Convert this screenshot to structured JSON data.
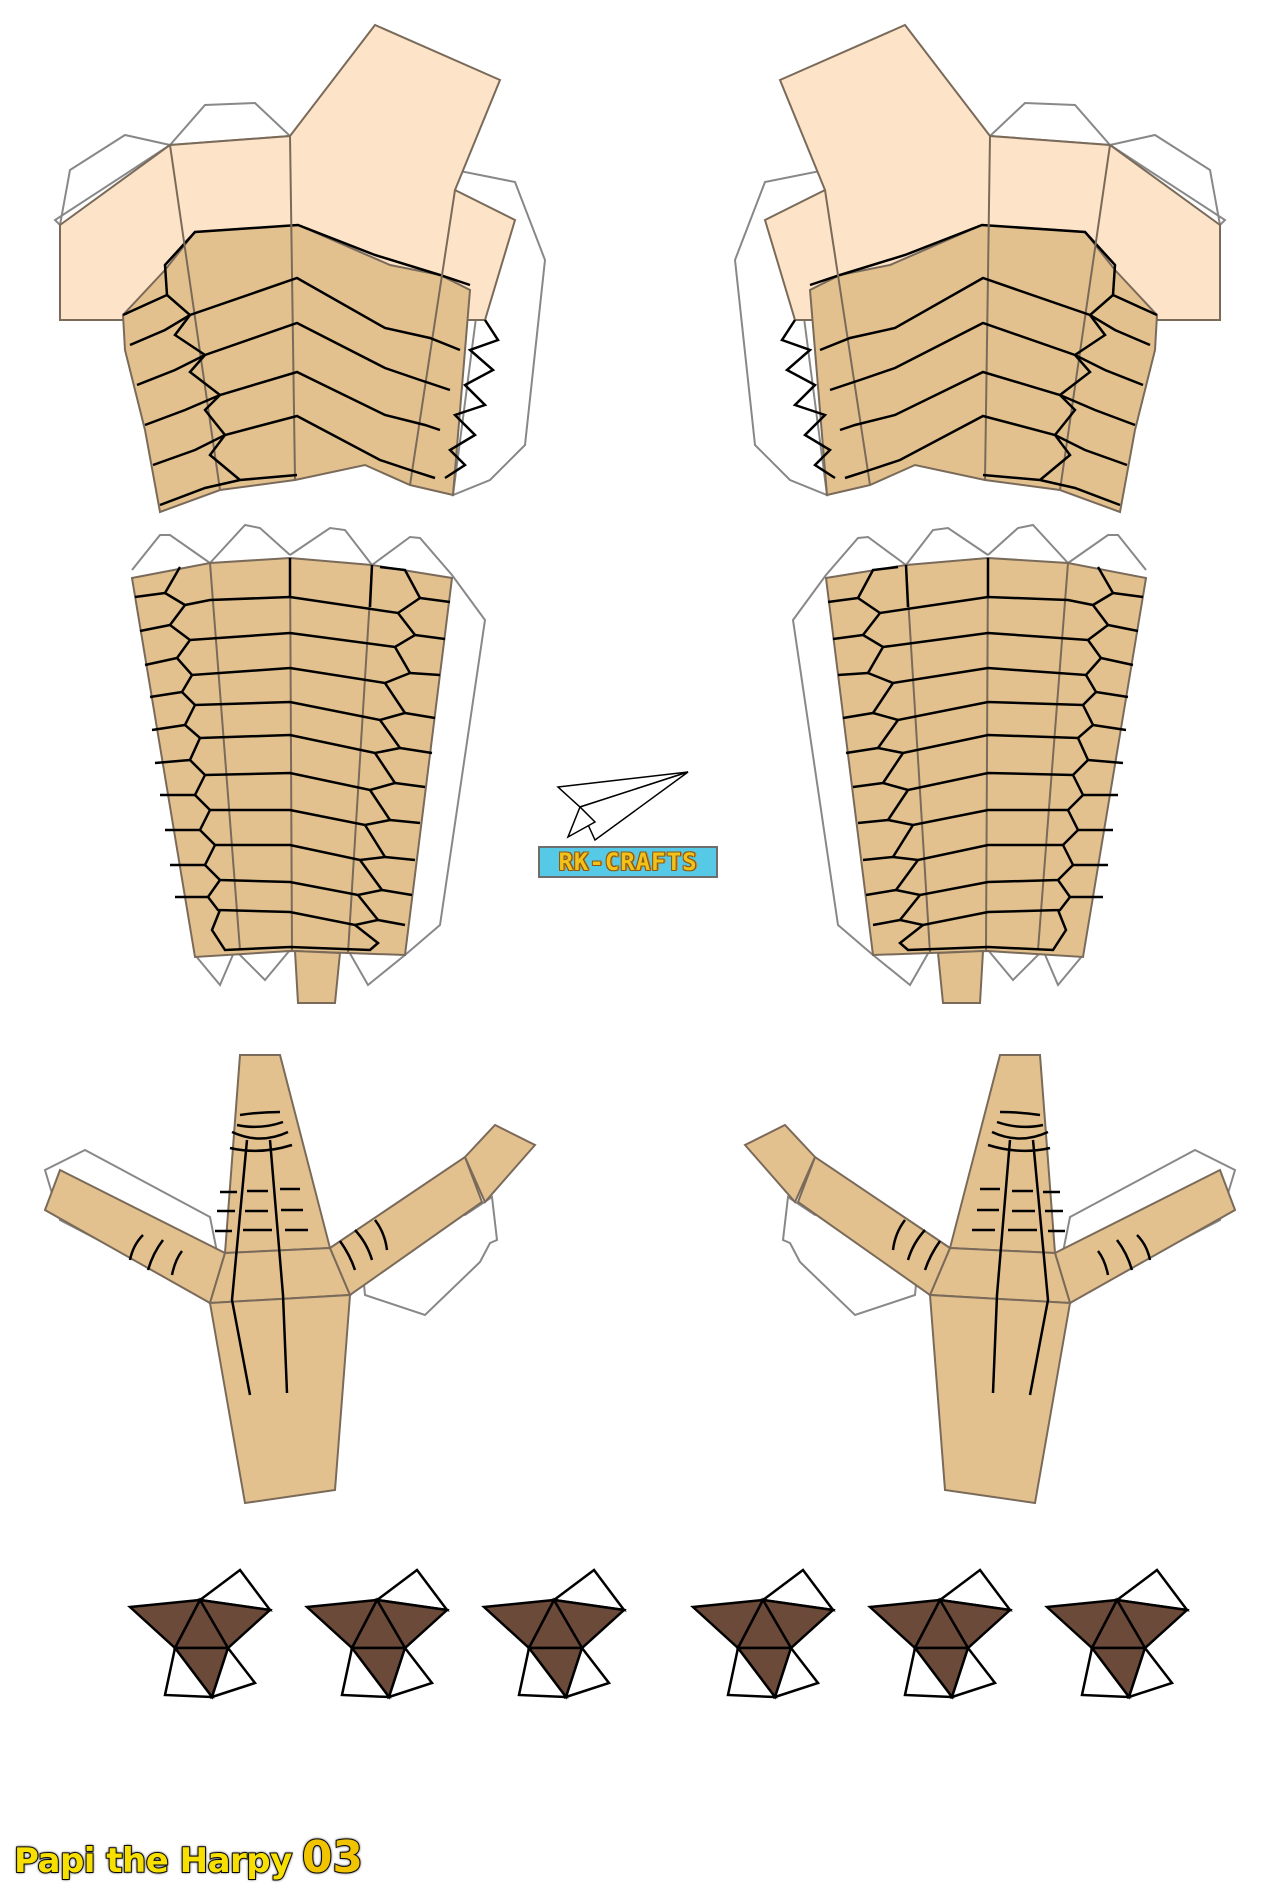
{
  "page": {
    "title": "Papi the Harpy",
    "sheet_number": "03"
  },
  "logo": {
    "text": "RK-CRAFTS",
    "icon": "paper-plane-icon"
  },
  "parts": {
    "upper_legs": [
      "upper-leg-left",
      "upper-leg-right"
    ],
    "lower_legs": [
      "lower-leg-left",
      "lower-leg-right"
    ],
    "feet": [
      "foot-left",
      "foot-right"
    ],
    "talons": [
      "talon-1",
      "talon-2",
      "talon-3",
      "talon-4",
      "talon-5",
      "talon-6"
    ]
  },
  "colors": {
    "skin": "#fde3c8",
    "scale": "#e2c18f",
    "talon": "#6b4a3a",
    "fold_line": "#7a7a7a",
    "outline": "#000000",
    "logo_bg": "#55c9e6",
    "title_fill": "#f7e000"
  }
}
